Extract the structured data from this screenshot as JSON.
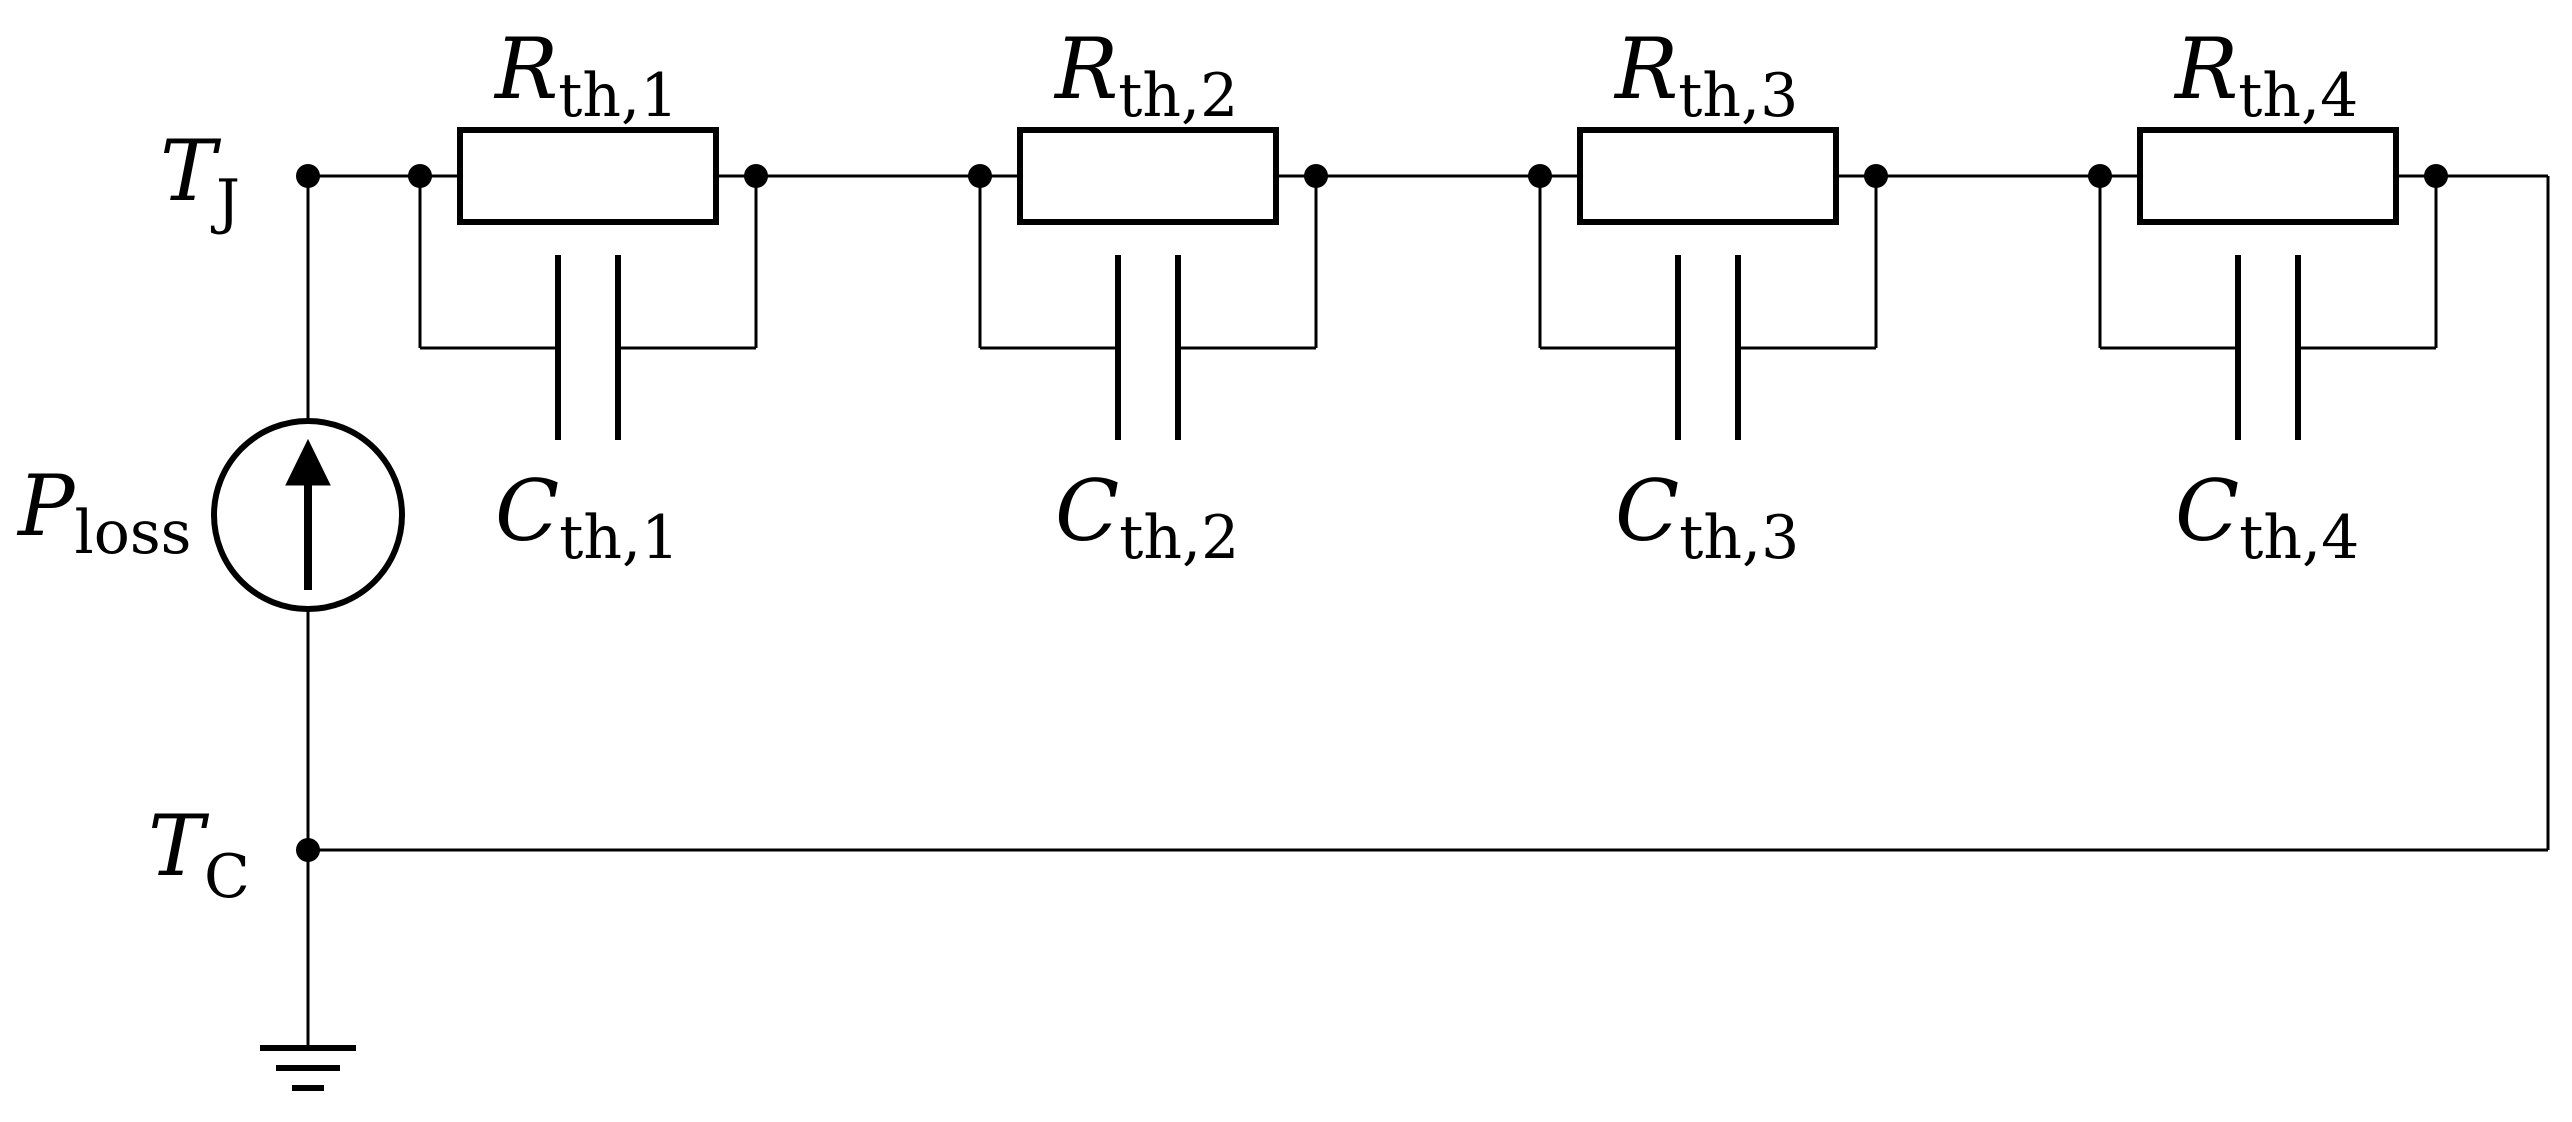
{
  "nodes": {
    "junction": {
      "symbol": "T",
      "subscript": "J"
    },
    "case": {
      "symbol": "T",
      "subscript": "C"
    }
  },
  "source": {
    "symbol": "P",
    "subscript": "loss"
  },
  "stages": [
    {
      "resistor": {
        "symbol": "R",
        "subscript": "th,1"
      },
      "capacitor": {
        "symbol": "C",
        "subscript": "th,1"
      }
    },
    {
      "resistor": {
        "symbol": "R",
        "subscript": "th,2"
      },
      "capacitor": {
        "symbol": "C",
        "subscript": "th,2"
      }
    },
    {
      "resistor": {
        "symbol": "R",
        "subscript": "th,3"
      },
      "capacitor": {
        "symbol": "C",
        "subscript": "th,3"
      }
    },
    {
      "resistor": {
        "symbol": "R",
        "subscript": "th,4"
      },
      "capacitor": {
        "symbol": "C",
        "subscript": "th,4"
      }
    }
  ]
}
